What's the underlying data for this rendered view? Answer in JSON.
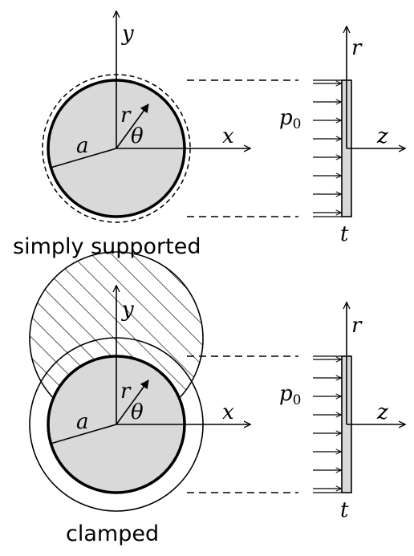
{
  "top": {
    "label_y": "y",
    "label_x": "x",
    "label_r": "r",
    "label_theta": "θ",
    "label_a": "a",
    "label_p": "p",
    "label_p_sub": "0",
    "label_r_side": "r",
    "label_z": "z",
    "label_t": "t",
    "caption": "simply supported"
  },
  "bottom": {
    "label_y": "y",
    "label_x": "x",
    "label_r": "r",
    "label_theta": "θ",
    "label_a": "a",
    "label_p": "p",
    "label_p_sub": "0",
    "label_r_side": "r",
    "label_z": "z",
    "label_t": "t",
    "caption": "clamped"
  },
  "colors": {
    "plate_fill": "#d9d9d9",
    "stroke": "#000000"
  }
}
